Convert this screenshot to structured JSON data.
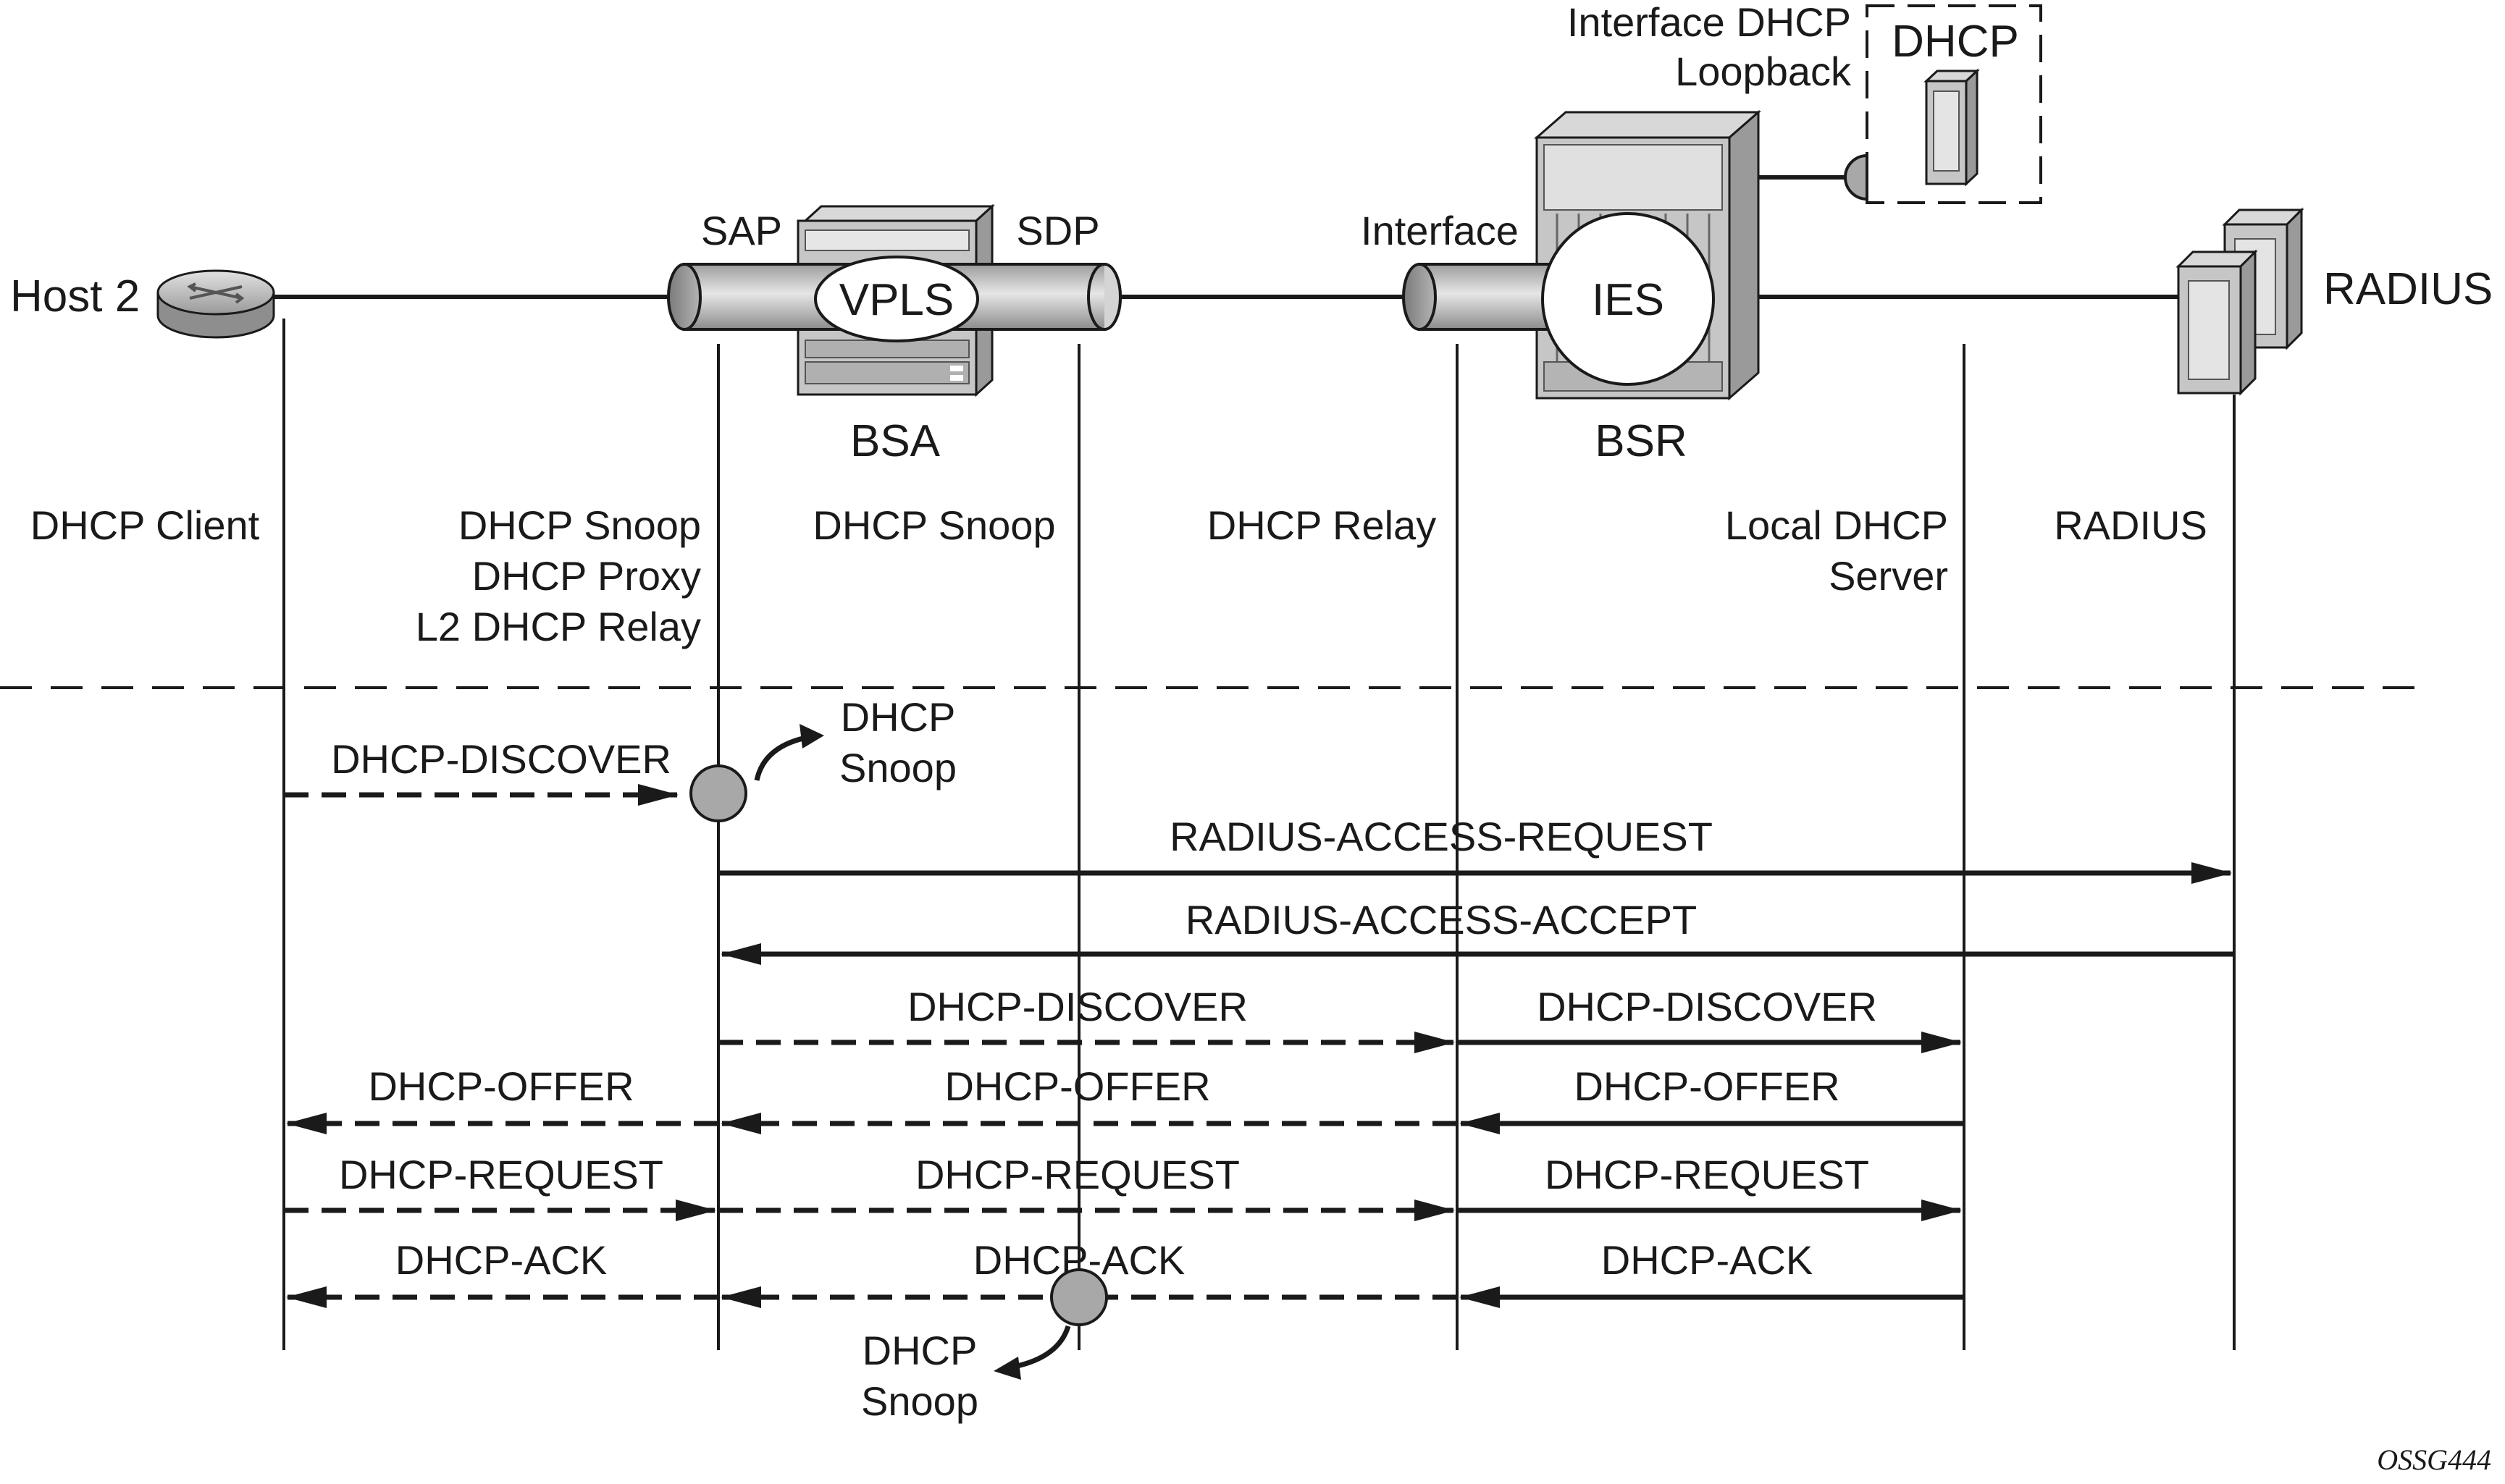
{
  "nodes": {
    "host": "Host 2",
    "sap": "SAP",
    "sdp": "SDP",
    "vpls": "VPLS",
    "bsa": "BSA",
    "interface": "Interface",
    "ies": "IES",
    "bsr": "BSR",
    "iface_dhcp_line1": "Interface DHCP",
    "iface_dhcp_line2": "Loopback",
    "dhcp_box": "DHCP",
    "radius": "RADIUS"
  },
  "roles": {
    "client": "DHCP Client",
    "sap_line1": "DHCP Snoop",
    "sap_line2": "DHCP Proxy",
    "sap_line3": "L2 DHCP Relay",
    "sdp": "DHCP Snoop",
    "relay": "DHCP Relay",
    "server_line1": "Local DHCP",
    "server_line2": "Server",
    "radius": "RADIUS"
  },
  "snoop_notes": {
    "top_line1": "DHCP",
    "top_line2": "Snoop",
    "bottom_line1": "DHCP",
    "bottom_line2": "Snoop"
  },
  "messages": {
    "discover_client": "DHCP-DISCOVER",
    "radius_request": "RADIUS-ACCESS-REQUEST",
    "radius_accept": "RADIUS-ACCESS-ACCEPT",
    "discover_bsa": "DHCP-DISCOVER",
    "discover_bsr": "DHCP-DISCOVER",
    "offer_client": "DHCP-OFFER",
    "offer_bsa": "DHCP-OFFER",
    "offer_bsr": "DHCP-OFFER",
    "request_client": "DHCP-REQUEST",
    "request_bsa": "DHCP-REQUEST",
    "request_bsr": "DHCP-REQUEST",
    "ack_client": "DHCP-ACK",
    "ack_bsa": "DHCP-ACK",
    "ack_bsr": "DHCP-ACK"
  },
  "figure_id": "OSSG444",
  "colors": {
    "ink": "#1a1a1a",
    "device_fill": "#c8c8c8",
    "device_dark": "#9a9a9a",
    "circle_fill": "#a8a8a8"
  }
}
